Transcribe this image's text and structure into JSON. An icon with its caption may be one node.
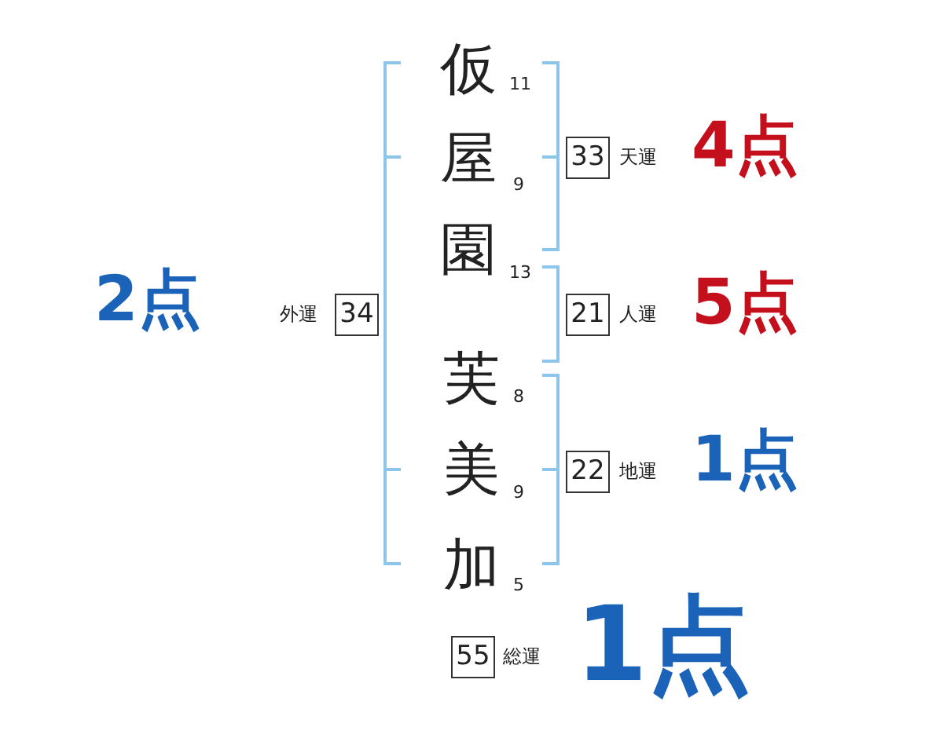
{
  "diagram": {
    "nodes": [
      {
        "text": [
          "33"
        ],
        "beside": [
          "天運"
        ]
      },
      {
        "text": [
          "21"
        ],
        "beside": [
          "人運"
        ]
      },
      {
        "text": [
          "22"
        ],
        "beside": [
          "地運"
        ]
      },
      {
        "text": [
          "34"
        ],
        "beside": [
          "外運"
        ]
      },
      {
        "text": [
          "55"
        ],
        "beside": [
          "総運"
        ]
      }
    ],
    "labels": [
      "仮",
      "11",
      "屋",
      "9",
      "園",
      "13",
      "芙",
      "8",
      "美",
      "9",
      "加",
      "5",
      "2点",
      "4点",
      "5点",
      "1点",
      "1点"
    ]
  }
}
